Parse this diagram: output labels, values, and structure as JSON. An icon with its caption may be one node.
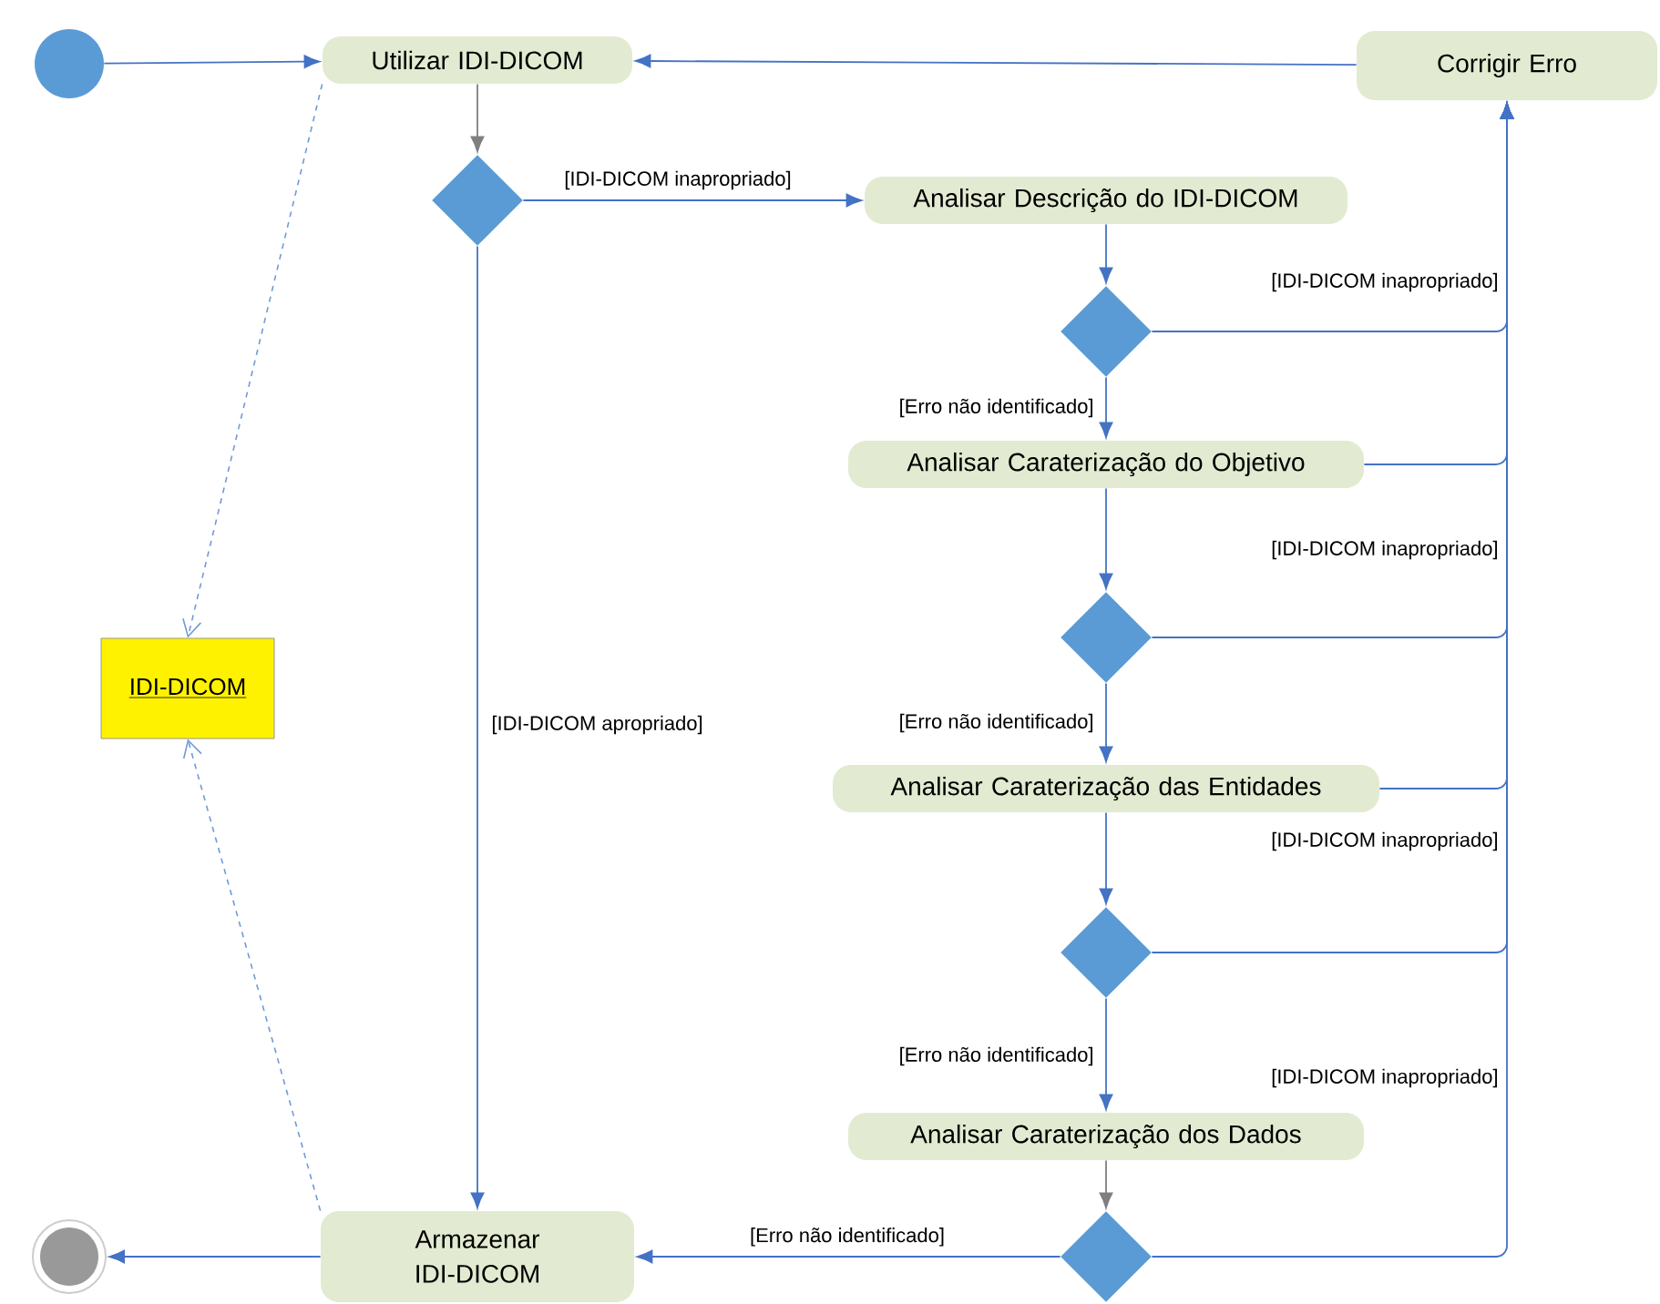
{
  "diagram": {
    "nodes": [
      {
        "text": [],
        "shape": "circle"
      },
      {
        "text": [
          "Utilizar IDI-DICOM"
        ]
      },
      {
        "text": [
          "Corrigir Erro"
        ]
      },
      {
        "text": [],
        "shape": "diamond"
      },
      {
        "text": [
          "Analisar Descrição do IDI-DICOM"
        ]
      },
      {
        "text": [],
        "shape": "diamond"
      },
      {
        "text": [
          "Analisar Caraterização do Objetivo"
        ]
      },
      {
        "text": [
          "IDI-DICOM"
        ]
      },
      {
        "text": [],
        "shape": "diamond"
      },
      {
        "text": [
          "Analisar Caraterização das Entidades"
        ]
      },
      {
        "text": [],
        "shape": "diamond"
      },
      {
        "text": [
          "Analisar Caraterização dos Dados"
        ]
      },
      {
        "text": [],
        "shape": "circle"
      },
      {
        "text": [
          "Armazenar IDI-DICOM"
        ]
      },
      {
        "text": [],
        "shape": "diamond"
      }
    ],
    "edges": [
      {
        "from": 0,
        "to": 1,
        "arrow": "to"
      },
      {
        "from": 2,
        "to": 1,
        "arrow": "to"
      },
      {
        "from": 1,
        "to": 3,
        "arrow": "to",
        "color": "#7f7f7f"
      },
      {
        "from": 3,
        "to": 4,
        "arrow": "to",
        "label": "[IDI-DICOM inapropriado]"
      },
      {
        "from": 3,
        "to": 13,
        "arrow": "to",
        "label": "[IDI-DICOM apropriado]"
      },
      {
        "from": 4,
        "to": 5,
        "arrow": "to"
      },
      {
        "from": 5,
        "to": 6,
        "arrow": "to",
        "label": "[Erro não identificado]"
      },
      {
        "from": 5,
        "to": 2,
        "arrow": "to",
        "label": "[IDI-DICOM inapropriado]"
      },
      {
        "from": 6,
        "to": 2,
        "arrow": "to"
      },
      {
        "from": 6,
        "to": 8,
        "arrow": "to"
      },
      {
        "from": 8,
        "to": 9,
        "arrow": "to",
        "label": "[Erro não identificado]"
      },
      {
        "from": 8,
        "to": 2,
        "arrow": "to",
        "label": "[IDI-DICOM inapropriado]"
      },
      {
        "from": 9,
        "to": 2,
        "arrow": "to"
      },
      {
        "from": 9,
        "to": 10,
        "arrow": "to"
      },
      {
        "from": 10,
        "to": 11,
        "arrow": "to",
        "label": "[Erro não identificado]"
      },
      {
        "from": 10,
        "to": 2,
        "arrow": "to",
        "label": "[IDI-DICOM inapropriado]"
      },
      {
        "from": 11,
        "to": 14,
        "arrow": "to",
        "color": "#7f7f7f"
      },
      {
        "from": 14,
        "to": 13,
        "arrow": "to",
        "label": "[Erro não identificado]"
      },
      {
        "from": 14,
        "to": 2,
        "arrow": "to",
        "label": "[IDI-DICOM inapropriado]"
      },
      {
        "from": 13,
        "to": 12,
        "arrow": "to"
      },
      {
        "from": 1,
        "to": 7,
        "arrow": "to",
        "style": "dashed"
      },
      {
        "from": 13,
        "to": 7,
        "arrow": "to",
        "style": "dashed"
      }
    ]
  }
}
